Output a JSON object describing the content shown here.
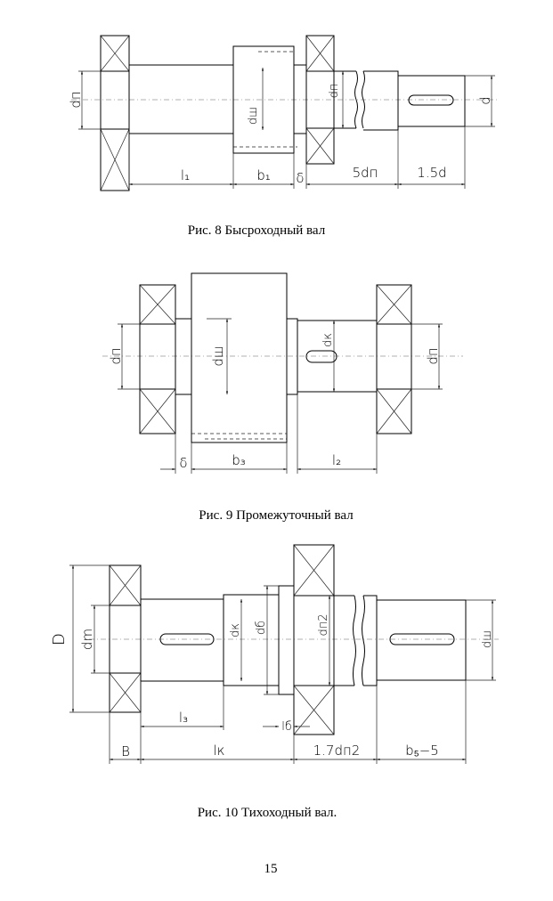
{
  "figures": [
    {
      "caption": "Рис. 8  Бысроходный вал",
      "labels": {
        "dn_left": "dп",
        "dsh": "dш",
        "dn_right": "dп",
        "d": "d",
        "l1": "l₁",
        "b1": "b₁",
        "delta": "δ",
        "five_dn": "5dп",
        "one_five_d": "1.5d"
      }
    },
    {
      "caption": "Рис. 9   Промежуточный вал",
      "labels": {
        "dn_left": "dп",
        "dsh": "dш",
        "dk": "dк",
        "dn_right": "dп",
        "delta": "δ",
        "b3": "b₃",
        "l2": "l₂"
      }
    },
    {
      "caption": "Рис. 10  Тихоходный вал.",
      "labels": {
        "D": "D",
        "dm": "dm",
        "dk": "dк",
        "db": "dб",
        "dn2": "dп2",
        "dsh": "dш",
        "l3": "l₃",
        "lb": "lб",
        "B": "B",
        "lk": "lк",
        "one_seven_dn2": "1.7dп2",
        "b5_minus_5": "b₅−5"
      }
    }
  ],
  "page_number": "15"
}
